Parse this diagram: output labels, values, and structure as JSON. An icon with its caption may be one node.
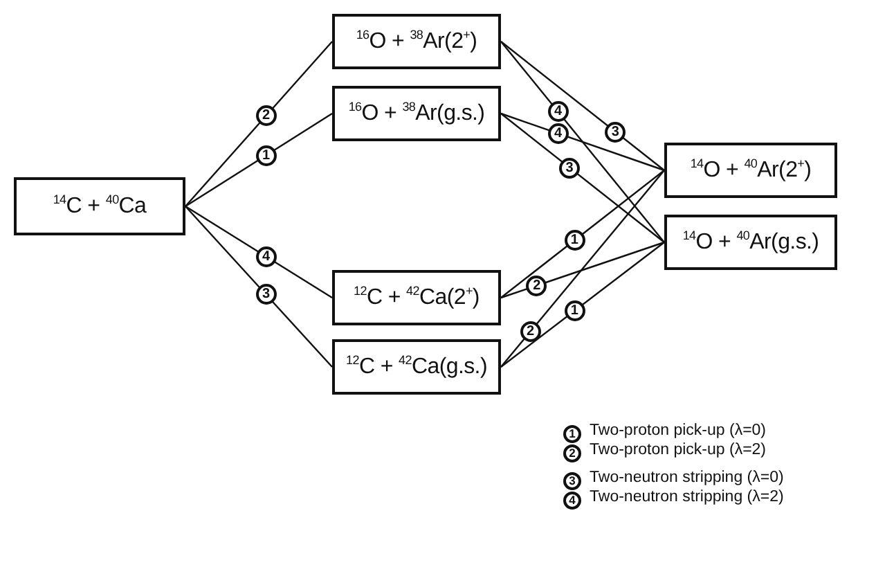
{
  "diagram": {
    "nodes": [
      {
        "text": [
          "$^{14}$C + $^{40}$Ca"
        ]
      },
      {
        "text": [
          "$^{16}$O + $^{38}$Ar(2$^{+}$)"
        ]
      },
      {
        "text": [
          "$^{16}$O + $^{38}$Ar(g.s.)"
        ]
      },
      {
        "text": [
          "$^{12}$C + $^{42}$Ca(2$^{+}$)"
        ]
      },
      {
        "text": [
          "$^{12}$C + $^{42}$Ca(g.s.)"
        ]
      },
      {
        "text": [
          "$^{14}$O + $^{40}$Ar(2$^{+}$)"
        ]
      },
      {
        "text": [
          "$^{14}$O + $^{40}$Ar(g.s.)"
        ]
      }
    ],
    "edges": [
      {
        "from": 0,
        "to": 1,
        "arrow": "none",
        "label": "2"
      },
      {
        "from": 0,
        "to": 2,
        "arrow": "none",
        "label": "1"
      },
      {
        "from": 0,
        "to": 3,
        "arrow": "none",
        "label": "4"
      },
      {
        "from": 0,
        "to": 4,
        "arrow": "none",
        "label": "3"
      },
      {
        "from": 1,
        "to": 5,
        "arrow": "none",
        "label": "3"
      },
      {
        "from": 1,
        "to": 6,
        "arrow": "none",
        "label": "4"
      },
      {
        "from": 2,
        "to": 5,
        "arrow": "none",
        "label": "4"
      },
      {
        "from": 2,
        "to": 6,
        "arrow": "none",
        "label": "3"
      },
      {
        "from": 3,
        "to": 5,
        "arrow": "none",
        "label": "1"
      },
      {
        "from": 3,
        "to": 6,
        "arrow": "none",
        "label": "2"
      },
      {
        "from": 4,
        "to": 5,
        "arrow": "none",
        "label": "2"
      },
      {
        "from": 4,
        "to": 6,
        "arrow": "none",
        "label": "1"
      }
    ],
    "labels": [
      "1",
      "Two-proton pick-up (λ=0)",
      "2",
      "Two-proton pick-up (λ=2)",
      "3",
      "Two-neutron stripping (λ=0)",
      "4",
      "Two-neutron stripping (λ=2)"
    ]
  }
}
